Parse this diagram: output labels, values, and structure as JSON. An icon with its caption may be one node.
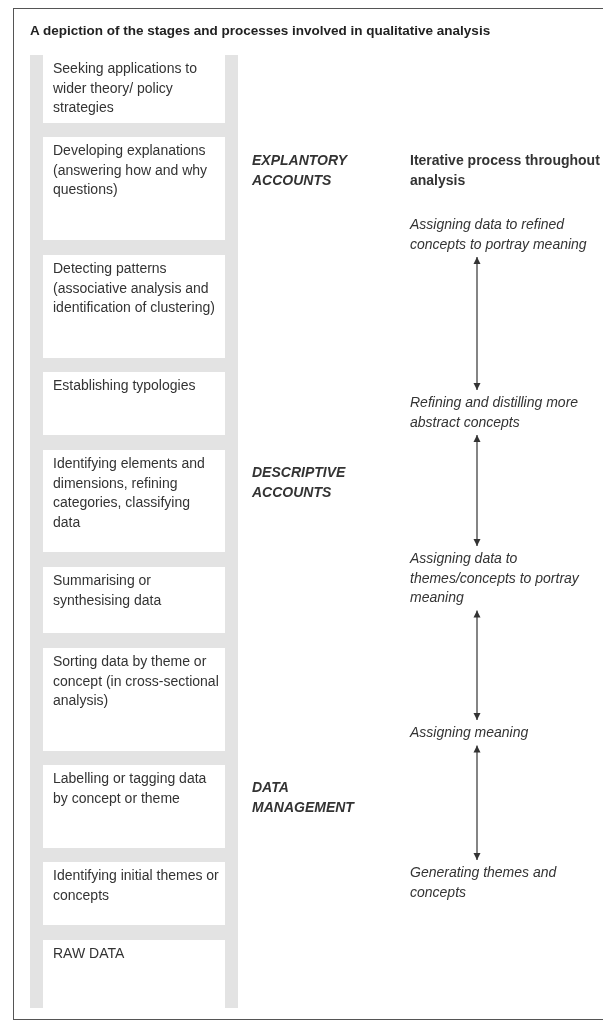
{
  "diagram": {
    "title": "A depiction of the stages and processes involved in qualitative analysis",
    "nodes": [
      {
        "text": [
          "Seeking applications to wider theory/ policy strategies"
        ]
      },
      {
        "text": [
          "Developing explanations (answering how and why questions)"
        ]
      },
      {
        "text": [
          "Detecting patterns (associative analysis and identification of clustering)"
        ]
      },
      {
        "text": [
          "Establishing typologies"
        ]
      },
      {
        "text": [
          "Identifying elements and dimensions, refining categories, classifying data"
        ]
      },
      {
        "text": [
          "Summarising or synthesising data"
        ]
      },
      {
        "text": [
          "Sorting data by theme or concept (in cross-sectional analysis)"
        ]
      },
      {
        "text": [
          "Labelling or tagging data by concept or theme"
        ]
      },
      {
        "text": [
          "Identifying initial themes or concepts"
        ]
      },
      {
        "text": [
          "RAW DATA"
        ]
      },
      {
        "text": [
          "Assigning data to refined concepts to portray meaning"
        ]
      },
      {
        "text": [
          "Refining and distilling more abstract concepts"
        ]
      },
      {
        "text": [
          "Assigning data to themes/concepts to portray meaning"
        ]
      },
      {
        "text": [
          "Assigning meaning"
        ]
      },
      {
        "text": [
          "Generating themes and concepts"
        ]
      }
    ],
    "edges": [
      {
        "from": 10,
        "to": 11,
        "arrow": "both"
      },
      {
        "from": 11,
        "to": 12,
        "arrow": "both"
      },
      {
        "from": 12,
        "to": 13,
        "arrow": "both"
      },
      {
        "from": 13,
        "to": 14,
        "arrow": "both"
      }
    ],
    "labels": [
      "EXPLANTORY ACCOUNTS",
      "Iterative process throughout analysis",
      "DESCRIPTIVE ACCOUNTS",
      "DATA MANAGEMENT"
    ]
  }
}
